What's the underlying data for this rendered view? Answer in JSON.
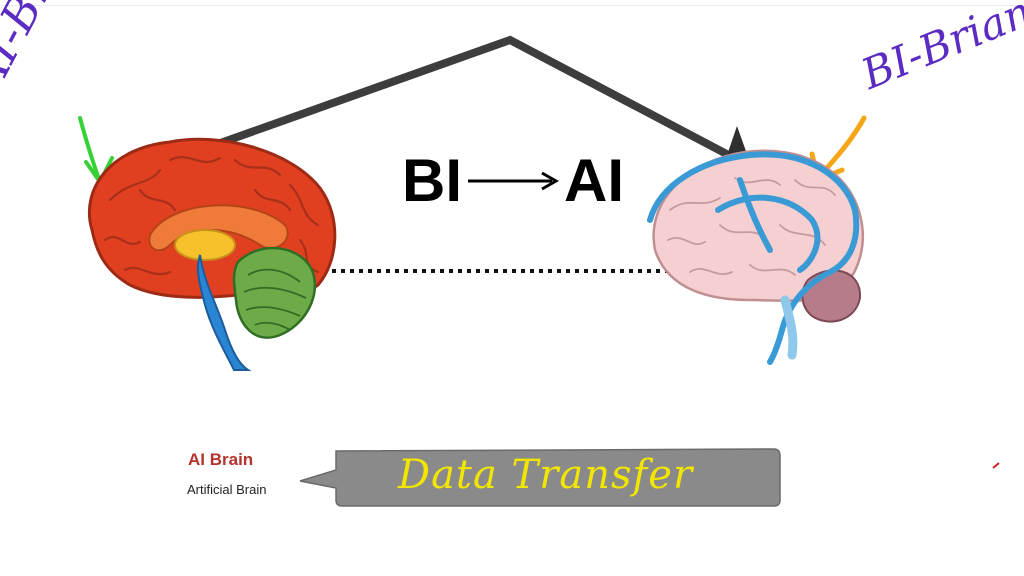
{
  "labels": {
    "ai_brin": "AI-Brin",
    "bi_brian": "BI-Brian",
    "formula_left": "BI",
    "formula_right": "AI",
    "ai_brain_title": "AI Brain",
    "ai_brain_subtitle": "Artificial Brain",
    "callout": "Data Transfer"
  },
  "colors": {
    "ai_brain_cortex": "#e0401f",
    "bi_brain_cortex": "#f6cfd0",
    "vessels": "#3a9ad6",
    "cerebellum_green": "#6cab48",
    "callout_box": "#8a8a8a",
    "handwriting_purple": "#5b2bc2",
    "handwriting_yellow": "#f2e600"
  },
  "icons": {
    "left_brain": "brain-sagittal-icon",
    "right_brain": "brain-vessels-icon"
  }
}
